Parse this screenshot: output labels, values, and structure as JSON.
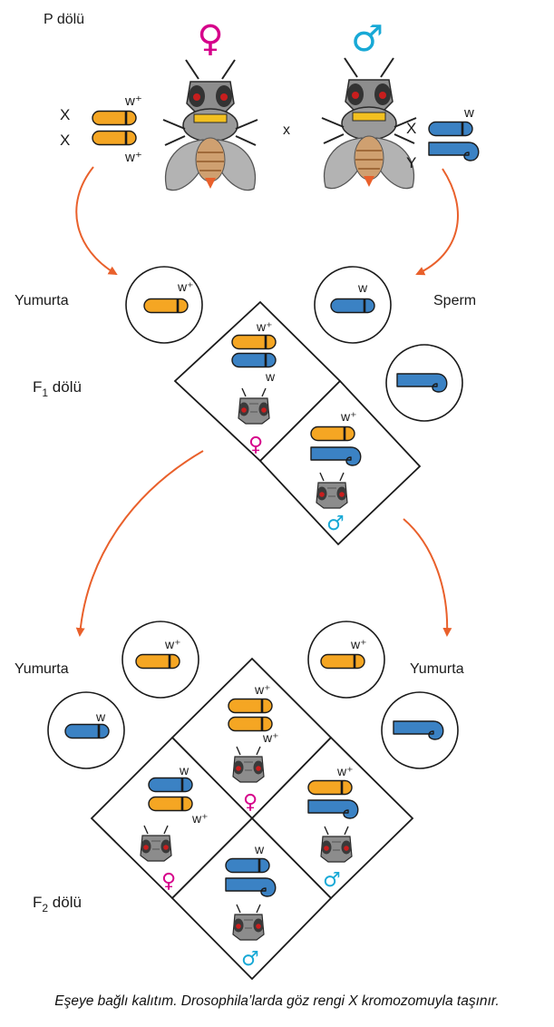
{
  "colors": {
    "female_symbol": "#d6008a",
    "male_symbol": "#18a9d6",
    "x_wild": "#f5a623",
    "x_mutant": "#3b82c4",
    "arrow": "#e9602b"
  },
  "p_generation": {
    "label": "P dölü",
    "female_symbol": "♀",
    "male_symbol": "♂",
    "cross_sign": "x",
    "female_x1": "X",
    "female_x2": "X",
    "female_allele1": "w⁺",
    "female_allele2": "w⁺",
    "male_x": "X",
    "male_y": "Y",
    "male_allele": "w"
  },
  "f1": {
    "egg_label": "Yumurta",
    "sperm_label": "Sperm",
    "egg_allele": "w⁺",
    "sperm_allele": "w",
    "gen_label": "F",
    "gen_sub": "1",
    "gen_suffix": " dölü",
    "female_allele_top": "w⁺",
    "female_allele_bottom": "w",
    "female_symbol": "♀",
    "male_allele": "w⁺",
    "male_symbol": "♂"
  },
  "f2": {
    "egg_label_left": "Yumurta",
    "egg_label_right": "Yumurta",
    "egg_top_left_allele": "w⁺",
    "egg_left_allele": "w",
    "egg_top_right_allele": "w⁺",
    "gen_label": "F",
    "gen_sub": "2",
    "gen_suffix": " dölü",
    "top_female_allele1": "w⁺",
    "top_female_allele2": "w⁺",
    "top_female_symbol": "♀",
    "left_female_allele1": "w",
    "left_female_allele2": "w⁺",
    "left_female_symbol": "♀",
    "right_male_allele": "w⁺",
    "right_male_symbol": "♂",
    "bottom_male_allele": "w",
    "bottom_male_symbol": "♂"
  },
  "caption": "Eşeye bağlı kalıtım. Drosophila’larda göz rengi X kromozomuyla taşınır."
}
